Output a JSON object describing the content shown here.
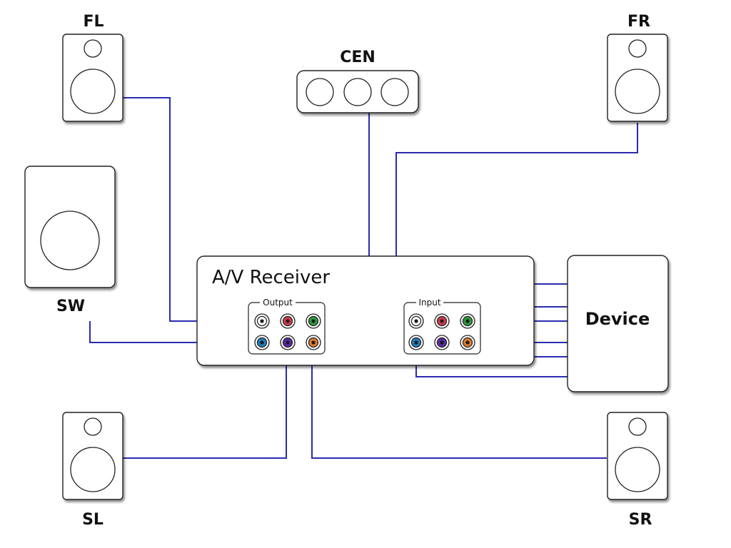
{
  "speakers": {
    "fl": "FL",
    "fr": "FR",
    "cen": "CEN",
    "sw": "SW",
    "sl": "SL",
    "sr": "SR"
  },
  "receiver": {
    "title": "A/V Receiver",
    "output_label": "Output",
    "input_label": "Input"
  },
  "device": {
    "label": "Device"
  },
  "jack_colors": {
    "row1": [
      "#ffffff",
      "#d23a4a",
      "#2e9a3a"
    ],
    "row2": [
      "#1f7fbf",
      "#5a2aa8",
      "#e07a2a"
    ]
  },
  "wire_color": "#2b2bb0"
}
